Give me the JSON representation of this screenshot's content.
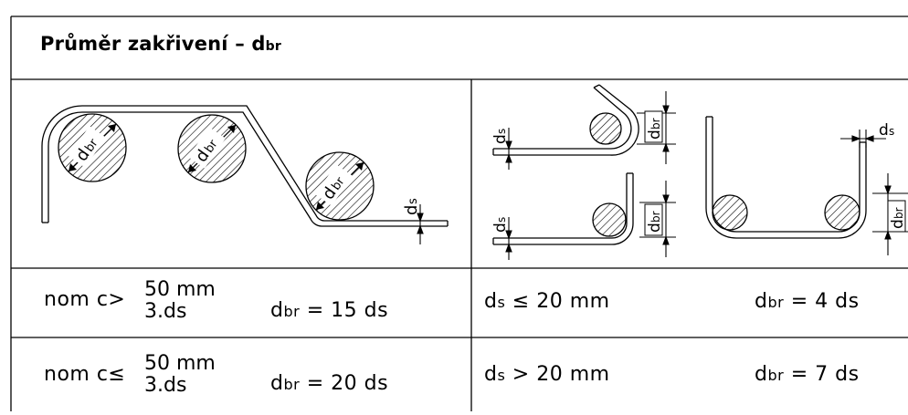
{
  "title": {
    "main": "Průměr zakřivení – d",
    "sub": "br"
  },
  "labels": {
    "dbr_main": "d",
    "dbr_sub": "br",
    "ds_main": "d",
    "ds_sub": "s"
  },
  "rows": [
    {
      "left_prefix": "nom  c>",
      "left_top": "50  mm",
      "left_bottom": "3.ds",
      "left_formula_main": "d",
      "left_formula_sub": "br",
      "left_formula_rest": "  =  15  ds",
      "right_condition_main": "d",
      "right_condition_sub": "s",
      "right_condition_rest": " ≤   20  mm",
      "right_formula_main": "d",
      "right_formula_sub": "br",
      "right_formula_rest": "  =  4  ds"
    },
    {
      "left_prefix": "nom  c≤",
      "left_top": "50  mm",
      "left_bottom": "3.ds",
      "left_formula_main": "d",
      "left_formula_sub": "br",
      "left_formula_rest": "  =  20  ds",
      "right_condition_main": "d",
      "right_condition_sub": "s",
      "right_condition_rest": " >   20  mm",
      "right_formula_main": "d",
      "right_formula_sub": "br",
      "right_formula_rest": "  =  7  ds"
    }
  ]
}
